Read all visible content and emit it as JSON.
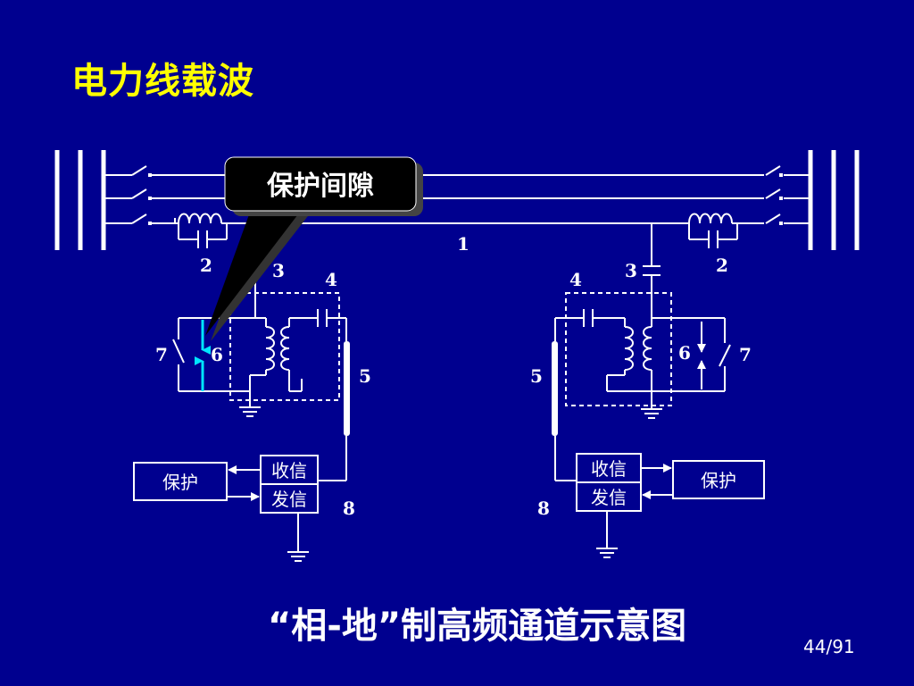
{
  "title": "电力线载波",
  "caption": "“相-地”制高频通道示意图",
  "page_number": "44/91",
  "callout": {
    "text": "保护间隙"
  },
  "labels": {
    "line": "1",
    "left": {
      "trap": "2",
      "coupling_cap": "3",
      "filter": "4",
      "cable": "5",
      "gap": "6",
      "switch": "7",
      "ground": "8"
    },
    "right": {
      "trap": "2",
      "coupling_cap": "3",
      "filter": "4",
      "cable": "5",
      "gap": "6",
      "switch": "7",
      "ground": "8"
    }
  },
  "boxes": {
    "left": {
      "receive": "收信",
      "send": "发信",
      "protection": "保护"
    },
    "right": {
      "receive": "收信",
      "send": "发信",
      "protection": "保护"
    }
  },
  "colors": {
    "background": "#00008f",
    "title": "#ffff00",
    "arrow": "#00e5ff",
    "wire": "#ffffff"
  }
}
